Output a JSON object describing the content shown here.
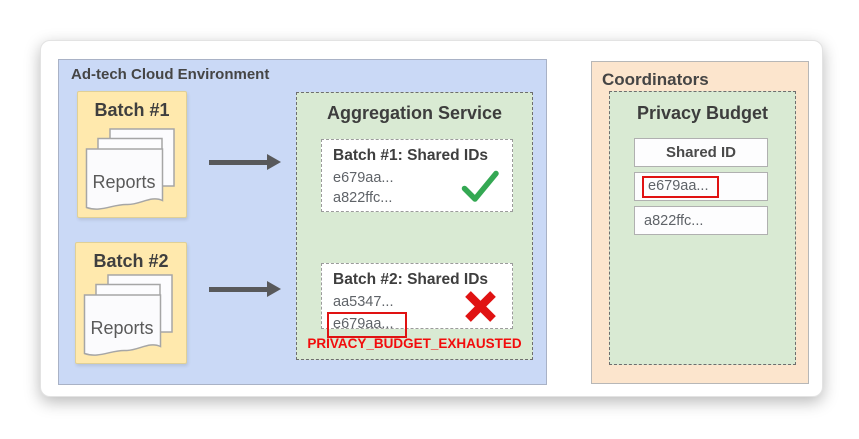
{
  "adtech": {
    "title": "Ad-tech Cloud Environment",
    "batches": [
      {
        "title": "Batch #1",
        "doc_label": "Reports"
      },
      {
        "title": "Batch #2",
        "doc_label": "Reports"
      }
    ],
    "aggregation": {
      "title": "Aggregation Service",
      "results": [
        {
          "title": "Batch #1: Shared IDs",
          "ids": [
            "e679aa...",
            "a822ffc..."
          ],
          "status": "success"
        },
        {
          "title": "Batch #2: Shared IDs",
          "ids": [
            "aa5347...",
            "e679aa..."
          ],
          "highlighted_id": "e679aa...",
          "status": "error"
        }
      ],
      "error_label": "PRIVACY_BUDGET_EXHAUSTED"
    }
  },
  "coordinators": {
    "title": "Coordinators",
    "privacy_budget": {
      "title": "Privacy Budget",
      "table": {
        "header": "Shared ID",
        "rows": [
          "e679aa...",
          "a822ffc..."
        ],
        "highlighted_row": "e679aa..."
      }
    }
  },
  "icons": {
    "arrow": "right-arrow",
    "success": "green-check",
    "error": "red-x",
    "reports": "document-stack"
  },
  "colors": {
    "adtech_panel_blue": "#cad9f6",
    "batch_yellow": "#ffe9ad",
    "service_green_fill": "#d9ead3",
    "coordinators_orange": "#fce5cd",
    "success_green": "#34a853",
    "error_red": "#e01212",
    "error_text_red": "#f20c0c",
    "arrow_gray": "#58595b"
  }
}
